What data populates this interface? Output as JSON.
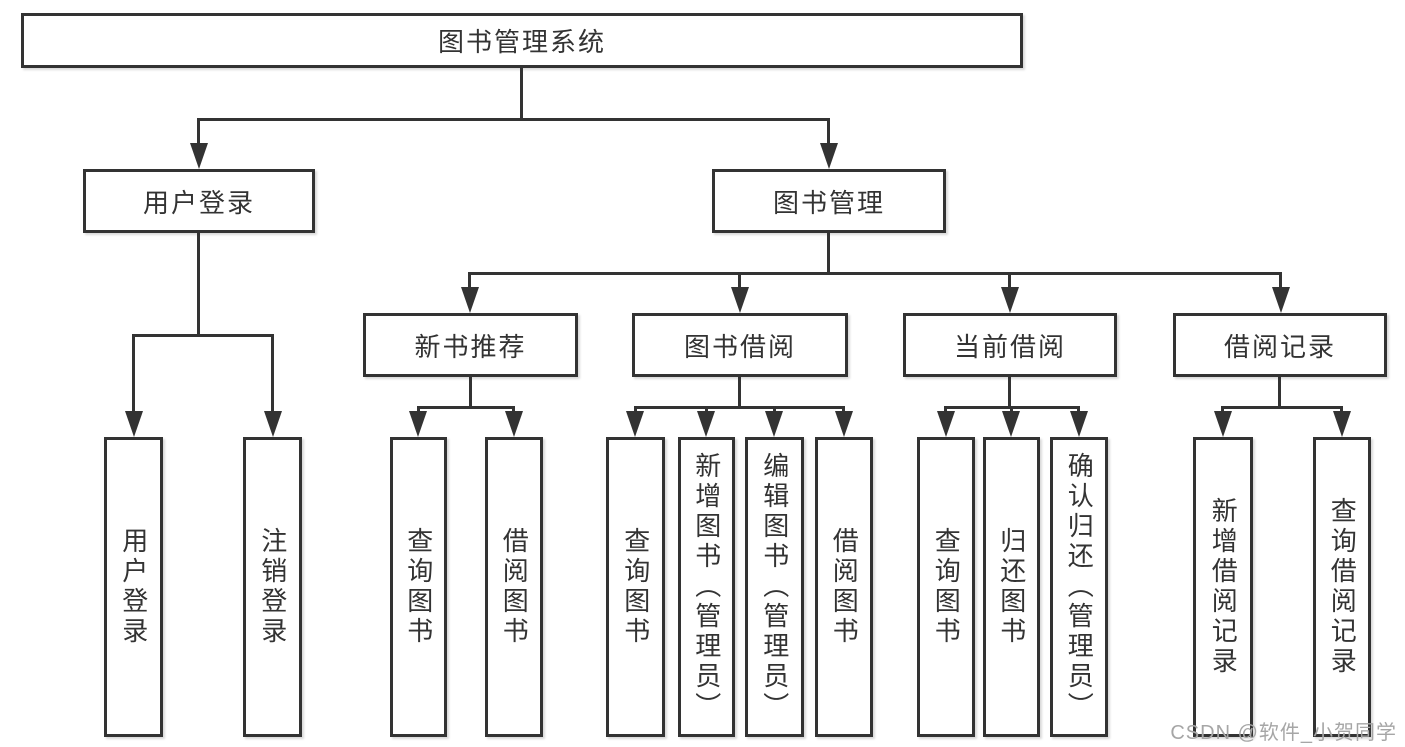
{
  "colors": {
    "line": "#333333",
    "text": "#333333",
    "background": "#ffffff",
    "watermark": "#a6a6a6"
  },
  "watermark": {
    "text": "CSDN @软件_小贺同学"
  },
  "tree": {
    "root": {
      "label": "图书管理系统"
    },
    "branches": [
      {
        "label": "用户登录",
        "children": [
          {
            "label": "用户登录"
          },
          {
            "label": "注销登录"
          }
        ]
      },
      {
        "label": "图书管理",
        "children": [
          {
            "label": "新书推荐",
            "children": [
              {
                "label": "查询图书"
              },
              {
                "label": "借阅图书"
              }
            ]
          },
          {
            "label": "图书借阅",
            "children": [
              {
                "label": "查询图书"
              },
              {
                "label": "新增图书（管理员）"
              },
              {
                "label": "编辑图书（管理员）"
              },
              {
                "label": "借阅图书"
              }
            ]
          },
          {
            "label": "当前借阅",
            "children": [
              {
                "label": "查询图书"
              },
              {
                "label": "归还图书"
              },
              {
                "label": "确认归还（管理员）"
              }
            ]
          },
          {
            "label": "借阅记录",
            "children": [
              {
                "label": "新增借阅记录"
              },
              {
                "label": "查询借阅记录"
              }
            ]
          }
        ]
      }
    ]
  }
}
